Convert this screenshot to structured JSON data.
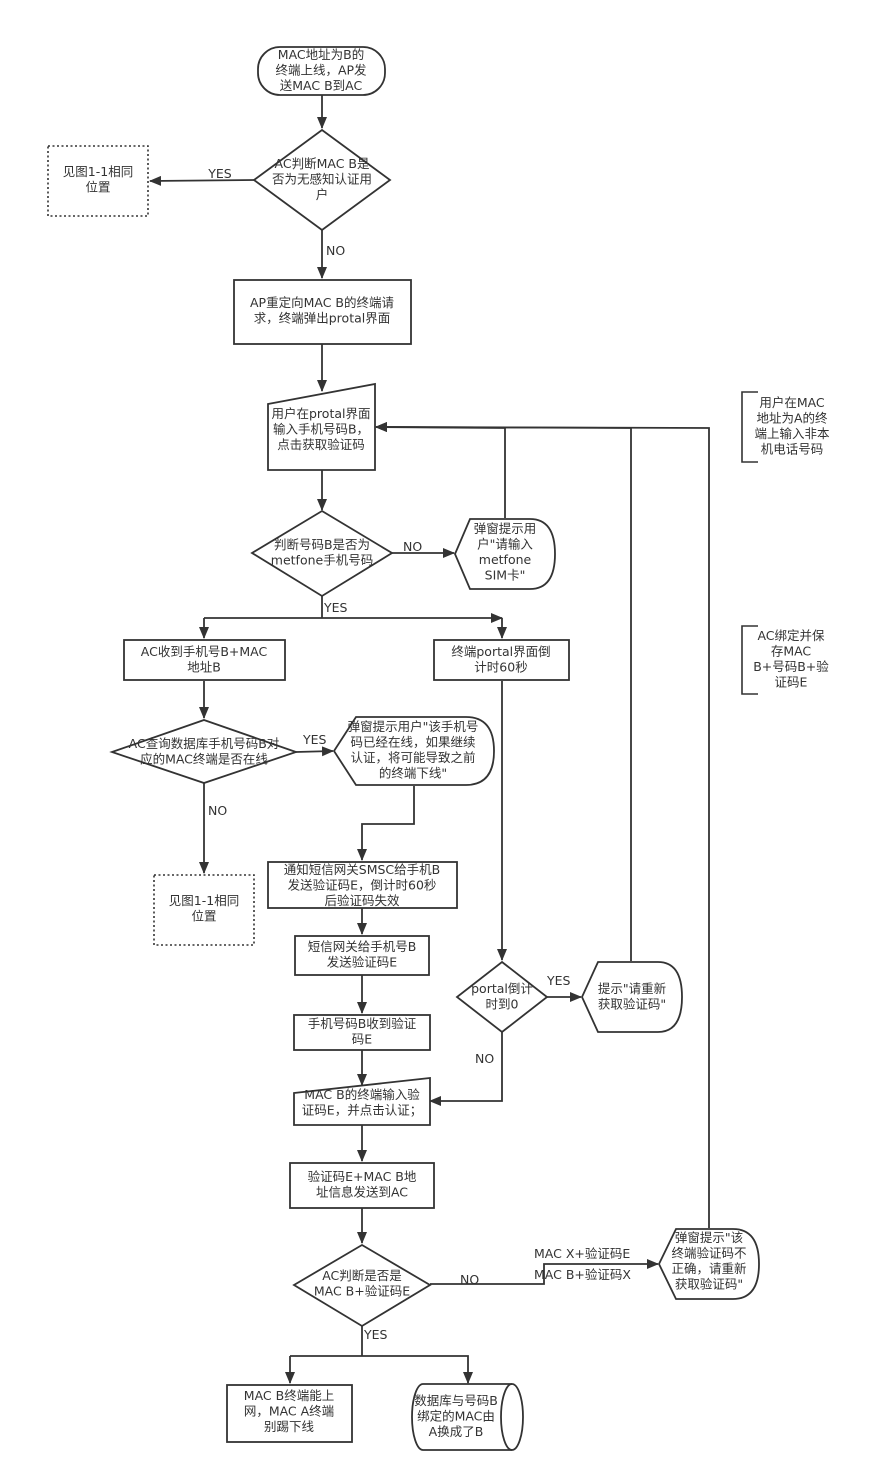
{
  "nodes": {
    "start": [
      "MAC地址为B的",
      "终端上线，AP发",
      "送MAC B到AC"
    ],
    "check_noninductive": [
      "AC判断MAC B是",
      "否为无感知认证用",
      "户"
    ],
    "see_fig_top": [
      "见图1-1相同",
      "位置"
    ],
    "redirect": [
      "AP重定向MAC B的终端请",
      "求，终端弹出protal界面"
    ],
    "input_phone": [
      "用户在protal界面",
      "输入手机号码B，",
      "点击获取验证码"
    ],
    "check_metfone": [
      "判断号码B是否为",
      "metfone手机号码"
    ],
    "popup_sim": [
      "弹窗提示用",
      "户\"请输入",
      "metfone",
      "SIM卡\""
    ],
    "ac_receive": [
      "AC收到手机号B+MAC",
      "地址B"
    ],
    "countdown": [
      "终端portal界面倒",
      "计时60秒"
    ],
    "check_online": [
      "AC查询数据库手机号码B对",
      "应的MAC终端是否在线"
    ],
    "popup_online": [
      "弹窗提示用户\"该手机号",
      "码已经在线，如果继续",
      "认证，将可能导致之前",
      "的终端下线\""
    ],
    "see_fig_bottom": [
      "见图1-1相同",
      "位置"
    ],
    "notify_smsc": [
      "通知短信网关SMSC给手机B",
      "发送验证码E，倒计时60秒",
      "后验证码失效"
    ],
    "gateway_send": [
      "短信网关给手机号B",
      "发送验证码E"
    ],
    "phone_receive": [
      "手机号码B收到验证",
      "码E"
    ],
    "check_timeout": [
      "portal倒计",
      "时到0"
    ],
    "prompt_reget": [
      "提示\"请重新",
      "获取验证码\""
    ],
    "input_code": [
      "MAC B的终端输入验",
      "证码E，并点击认证；"
    ],
    "send_to_ac": [
      "验证码E+MAC B地",
      "址信息发送到AC"
    ],
    "check_pair": [
      "AC判断是否是",
      "MAC B+验证码E"
    ],
    "popup_wrong": [
      "弹窗提示\"该",
      "终端验证码不",
      "正确，请重新",
      "获取验证码\""
    ],
    "mac_online": [
      "MAC B终端能上",
      "网，MAC A终端",
      "别踢下线"
    ],
    "db_update": [
      "数据库与号码B",
      "绑定的MAC由",
      "A换成了B"
    ]
  },
  "notes": {
    "non_local_number": [
      "用户在MAC",
      "地址为A的终",
      "端上输入非本",
      "机电话号码"
    ],
    "ac_bind": [
      "AC绑定并保",
      "存MAC",
      "B+号码B+验",
      "证码E"
    ]
  },
  "edge_labels": {
    "yes": "YES",
    "no": "NO",
    "wrong_pairs": [
      "MAC X+验证码E",
      "MAC B+验证码X"
    ]
  },
  "colors": {
    "stroke": "#333333",
    "text": "#333333",
    "fill": "#ffffff",
    "background": "#ffffff"
  }
}
